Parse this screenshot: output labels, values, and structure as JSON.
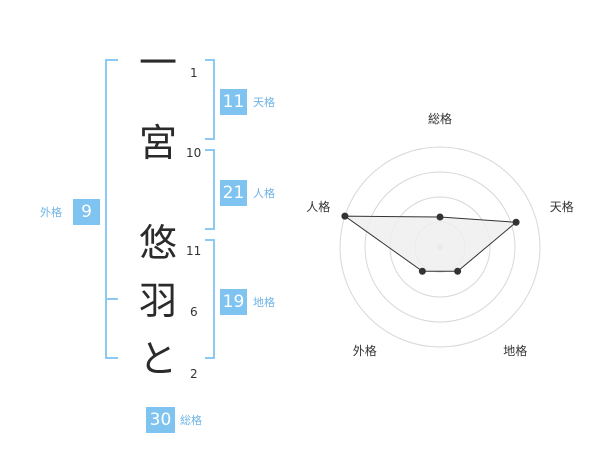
{
  "name": {
    "chars": [
      {
        "char": "一",
        "strokes": "1"
      },
      {
        "char": "宮",
        "strokes": "10"
      },
      {
        "char": "悠",
        "strokes": "11"
      },
      {
        "char": "羽",
        "strokes": "6"
      },
      {
        "char": "と",
        "strokes": "2"
      }
    ]
  },
  "kaku": {
    "tenkaku": {
      "value": "11",
      "label": "天格"
    },
    "jinkaku": {
      "value": "21",
      "label": "人格"
    },
    "chikaku": {
      "value": "19",
      "label": "地格"
    },
    "gaikaku": {
      "value": "9",
      "label": "外格"
    },
    "soukaku": {
      "value": "30",
      "label": "総格"
    }
  },
  "colors": {
    "accent": "#7fc4f0",
    "bracket": "#8ccaf2",
    "label": "#6db3e6",
    "radar_line": "#333333",
    "radar_fill": "#eeeeee",
    "grid": "#d8d8d8"
  },
  "chart_data": {
    "type": "radar",
    "axes": [
      "総格",
      "天格",
      "地格",
      "外格",
      "人格"
    ],
    "scale_max": 5,
    "rings": 4,
    "values": [
      1.5,
      4,
      1.5,
      1.5,
      5
    ]
  }
}
